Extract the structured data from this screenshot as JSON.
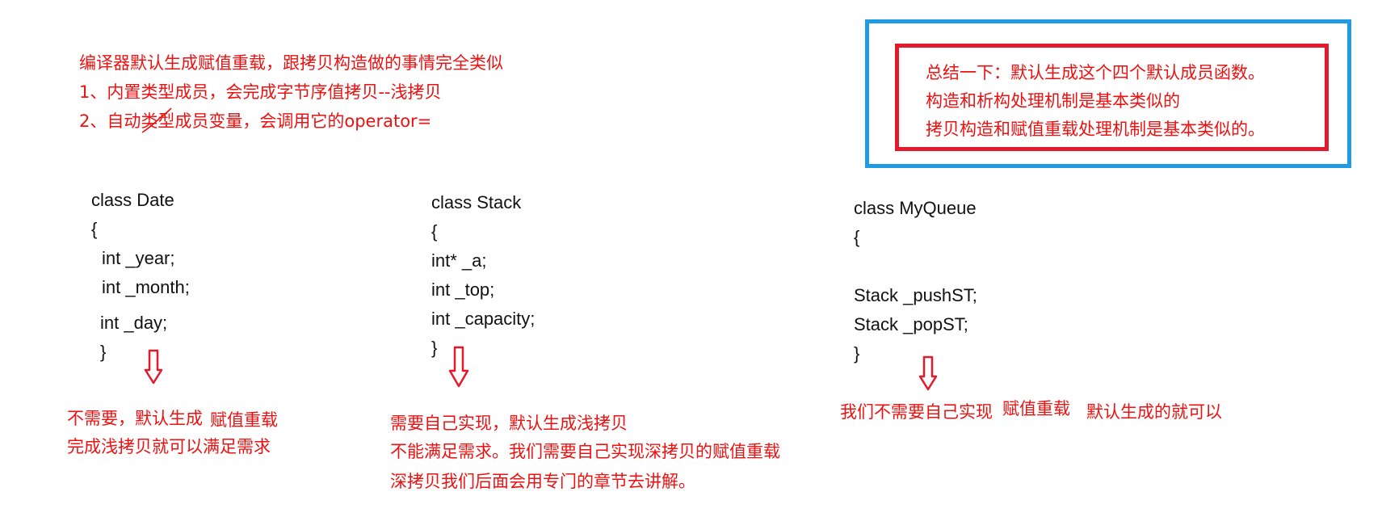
{
  "intro": {
    "line1": "编译器默认生成赋值重载，跟拷贝构造做的事情完全类似",
    "line2": "1、内置类型成员，会完成字节序值拷贝--浅拷贝",
    "line3": "2、自动类型成员变量，会调用它的operator="
  },
  "summary": {
    "line1": "总结一下：默认生成这个四个默认成员函数。",
    "line2": "构造和析构处理机制是基本类似的",
    "line3": "拷贝构造和赋值重载处理机制是基本类似的。"
  },
  "date_class": {
    "header": "class Date",
    "open": "{",
    "m1": "int _year;",
    "m2": "int _month;",
    "m3": "int _day;",
    "close": "}"
  },
  "stack_class": {
    "header": "class Stack",
    "open": "{",
    "m1": "int* _a;",
    "m2": "int _top;",
    "m3": "int _capacity;",
    "close": "}"
  },
  "queue_class": {
    "header": "class MyQueue",
    "open": "{",
    "m1": "Stack _pushST;",
    "m2": "Stack _popST;",
    "close": "}"
  },
  "date_note": {
    "part1": "不需要，默认生成",
    "part2": "赋值重载",
    "line2": "完成浅拷贝就可以满足需求"
  },
  "stack_note": {
    "line1": "需要自己实现，默认生成浅拷贝",
    "line2": "不能满足需求。我们需要自己实现深拷贝的赋值重载",
    "line3": "深拷贝我们后面会用专门的章节去讲解。"
  },
  "queue_note": {
    "part1": "我们不需要自己实现",
    "part2": "赋值重载",
    "part3": "默认生成的就可以"
  },
  "colors": {
    "text_red": "#ee1111",
    "box_red": "#e21a2b",
    "box_blue": "#1e9be3",
    "code_black": "#111111"
  },
  "icons": [
    "down-arrow-icon",
    "strike-scribble-icon"
  ]
}
